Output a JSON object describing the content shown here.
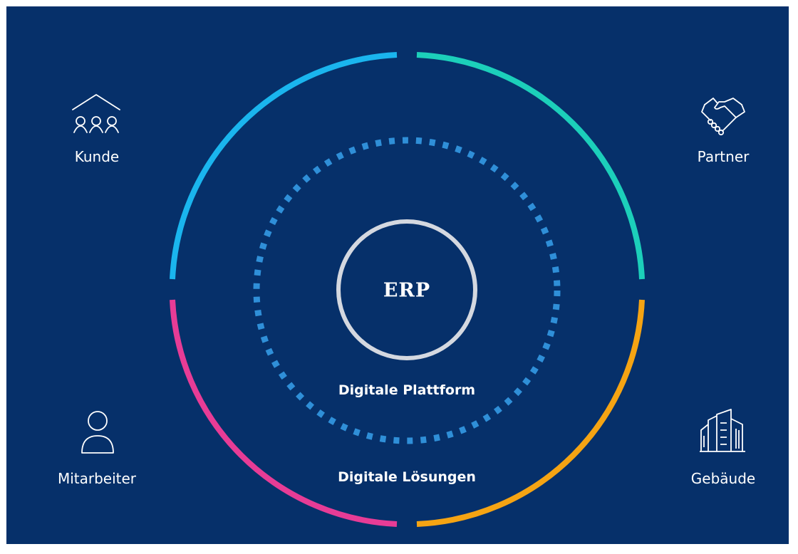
{
  "center": {
    "core_label": "ERP",
    "platform_label": "Digitale Plattform",
    "solutions_label": "Digitale Lösungen"
  },
  "stakeholders": {
    "kunde": {
      "label": "Kunde",
      "icon": "customer-group-icon",
      "color": "#1ab5ee"
    },
    "partner": {
      "label": "Partner",
      "icon": "handshake-icon",
      "color": "#1ccfba"
    },
    "mitarbeiter": {
      "label": "Mitarbeiter",
      "icon": "person-icon",
      "color": "#e73c96"
    },
    "gebaeude": {
      "label": "Gebäude",
      "icon": "building-icon",
      "color": "#f5a413"
    }
  },
  "colors": {
    "background": "#06306a",
    "platform_ring": "#2f8fd8",
    "erp_ring": "#d4d8e0",
    "text": "#ffffff"
  }
}
